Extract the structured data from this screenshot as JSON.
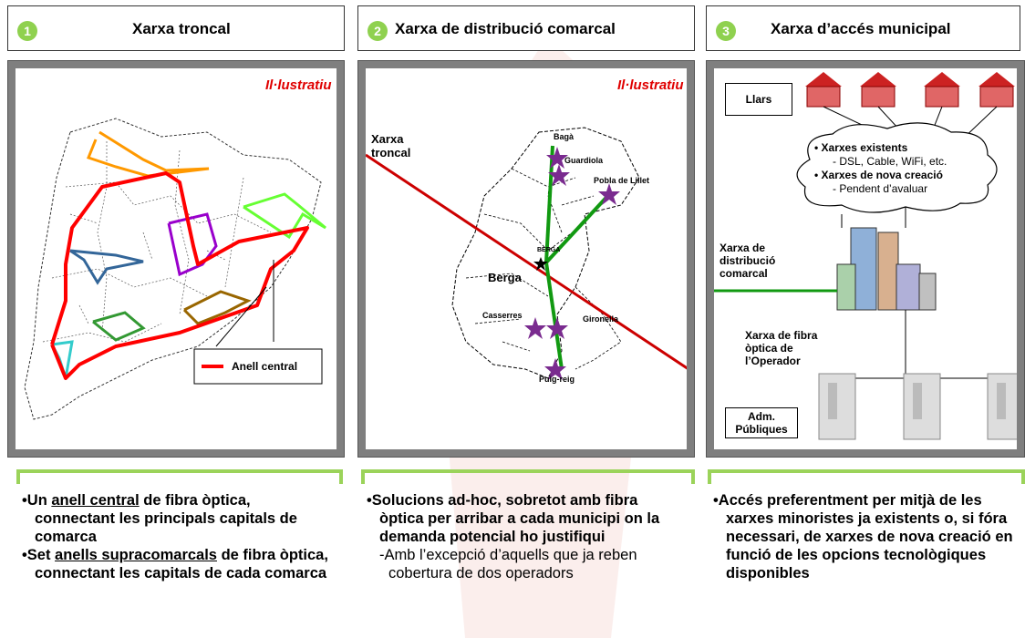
{
  "columns": [
    {
      "number": "1",
      "title": "Xarxa troncal"
    },
    {
      "number": "2",
      "title": "Xarxa de distribució comarcal"
    },
    {
      "number": "3",
      "title": "Xarxa d’accés municipal"
    }
  ],
  "panel1": {
    "illustrative": "Il·lustratiu",
    "legend_label": "Anell central"
  },
  "panel2": {
    "illustrative": "Il·lustratiu",
    "trunk_label": "Xarxa troncal",
    "towns": [
      "Bagà",
      "Guardiola",
      "Pobla de Lillet",
      "Berga",
      "Casserres",
      "Gironella",
      "Puig-reig"
    ],
    "hub_label": "BERGA"
  },
  "panel3": {
    "homes_label": "Llars",
    "cloud_lines": [
      "• Xarxes existents",
      "- DSL, Cable, WiFi, etc.",
      "• Xarxes de nova creació",
      "- Pendent d’avaluar"
    ],
    "distribution_label": "Xarxa de distribució comarcal",
    "fiber_label": "Xarxa de fibra òptica de l’Operador",
    "public_admin_label": "Adm. Públiques"
  },
  "bottom": {
    "col1": [
      {
        "pre": "•Un ",
        "u": "anell central",
        "post": " de fibra òptica, connectant les principals capitals de comarca"
      },
      {
        "pre": "•Set ",
        "u": "anells supracomarcals",
        "post": " de fibra òptica, connectant les capitals de cada comarca"
      }
    ],
    "col2_main": "•Solucions ad-hoc, sobretot amb fibra òptica per arribar a cada municipi on la demanda potencial ho justifiqui",
    "col2_sub": "-Amb l’excepció d’aquells que ja reben cobertura de dos operadors",
    "col3_main": "•Accés preferentment per mitjà de les xarxes minoristes ja existents o, si fóra necessari, de xarxes de nova creació en funció de les opcions tecnològiques disponibles"
  },
  "colors": {
    "accent_green": "#8fd14f",
    "ring_red": "#ff0000",
    "panel_gray": "#7f7f7f",
    "star_purple": "#7a2b8f"
  }
}
